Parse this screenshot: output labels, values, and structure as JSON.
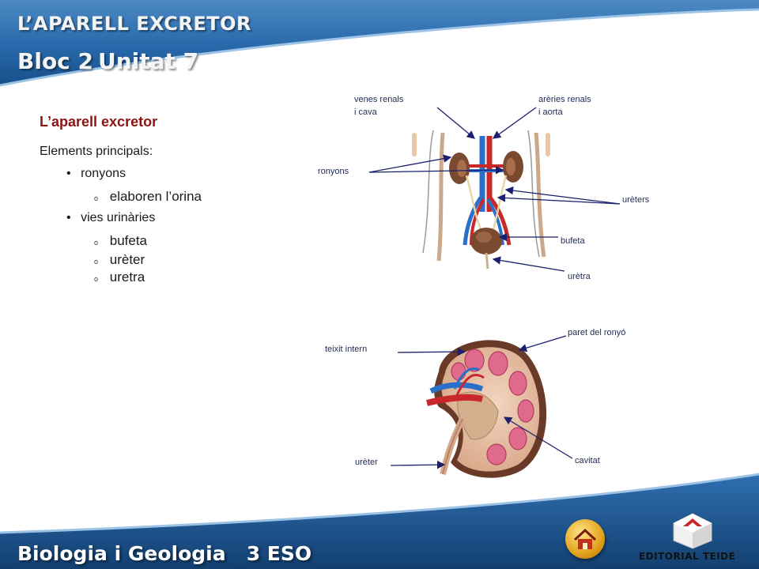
{
  "header": {
    "title": "L’APARELL EXCRETOR",
    "bloc": "Bloc 2",
    "unitat": "Unitat 7"
  },
  "content": {
    "title": "L’aparell excretor",
    "intro": "Elements principals:",
    "bullet_symbol": "•",
    "sub_bullet_symbol": "o",
    "items": [
      {
        "label": "ronyons",
        "subitems": [
          "elaboren l’orina"
        ]
      },
      {
        "label": "vies urinàries",
        "subitems": [
          "bufeta",
          "urèter",
          "uretra"
        ]
      }
    ]
  },
  "diagram1": {
    "labels": {
      "veins": "venes renals\ni cava",
      "arteries": "arèries renals\ni aorta",
      "kidneys": "ronyons",
      "ureters": "urèters",
      "bladder": "bufeta",
      "urethra": "urètra"
    }
  },
  "diagram2": {
    "labels": {
      "inner_tissue": "teixit intern",
      "kidney_wall": "paret del ronyó",
      "ureter": "urèter",
      "cavity": "cavitat"
    }
  },
  "footer": {
    "title": "Biologia i Geologia   3 ESO",
    "publisher": "EDITORIAL TEIDE"
  },
  "colors": {
    "header_blue": "#1d5e9c",
    "title_red": "#8b1414",
    "arrow_navy": "#1b1f6e"
  }
}
